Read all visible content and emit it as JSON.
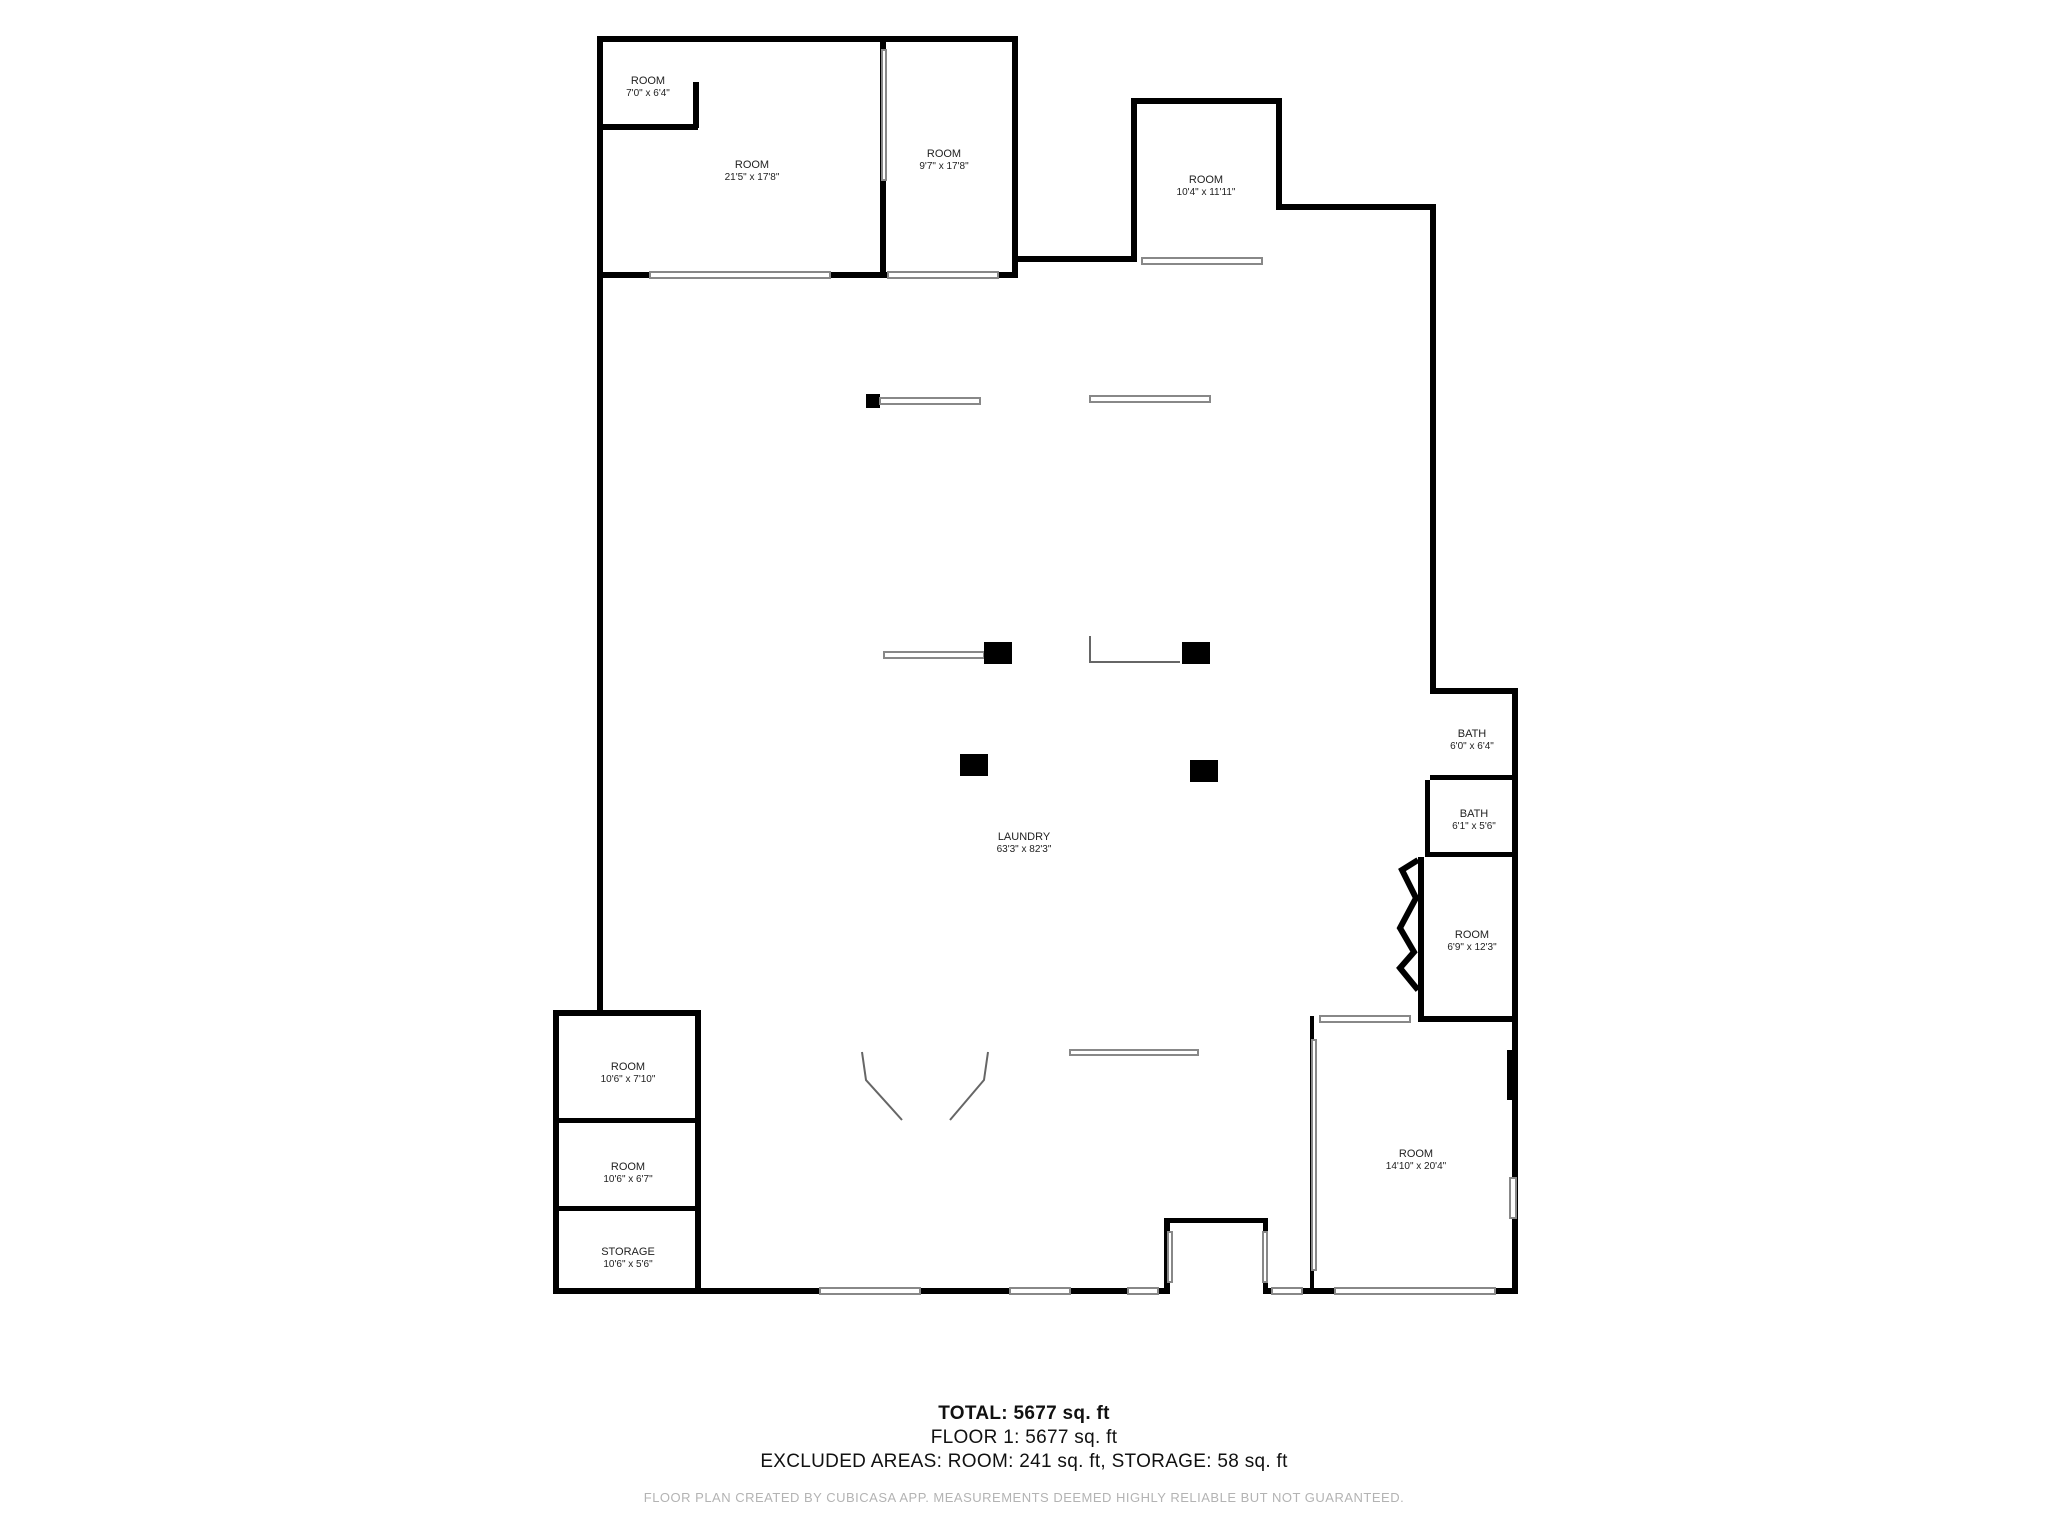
{
  "rooms": [
    {
      "label": "ROOM",
      "dims": "7'0\" x 6'4\""
    },
    {
      "label": "ROOM",
      "dims": "21'5\" x 17'8\""
    },
    {
      "label": "ROOM",
      "dims": "9'7\" x 17'8\""
    },
    {
      "label": "ROOM",
      "dims": "10'4\" x 11'11\""
    },
    {
      "label": "BATH",
      "dims": "6'0\" x 6'4\""
    },
    {
      "label": "BATH",
      "dims": "6'1\" x 5'6\""
    },
    {
      "label": "LAUNDRY",
      "dims": "63'3\" x 82'3\""
    },
    {
      "label": "ROOM",
      "dims": "6'9\" x 12'3\""
    },
    {
      "label": "ROOM",
      "dims": "10'6\" x 7'10\""
    },
    {
      "label": "ROOM",
      "dims": "10'6\" x 6'7\""
    },
    {
      "label": "STORAGE",
      "dims": "10'6\" x 5'6\""
    },
    {
      "label": "ROOM",
      "dims": "14'10\" x 20'4\""
    }
  ],
  "summary": {
    "total": "TOTAL: 5677 sq. ft",
    "floor": "FLOOR 1: 5677 sq. ft",
    "excluded": "EXCLUDED AREAS: ROOM: 241 sq. ft, STORAGE: 58 sq. ft"
  },
  "disclaimer": "FLOOR PLAN CREATED BY CUBICASA APP. MEASUREMENTS DEEMED HIGHLY RELIABLE BUT NOT GUARANTEED."
}
